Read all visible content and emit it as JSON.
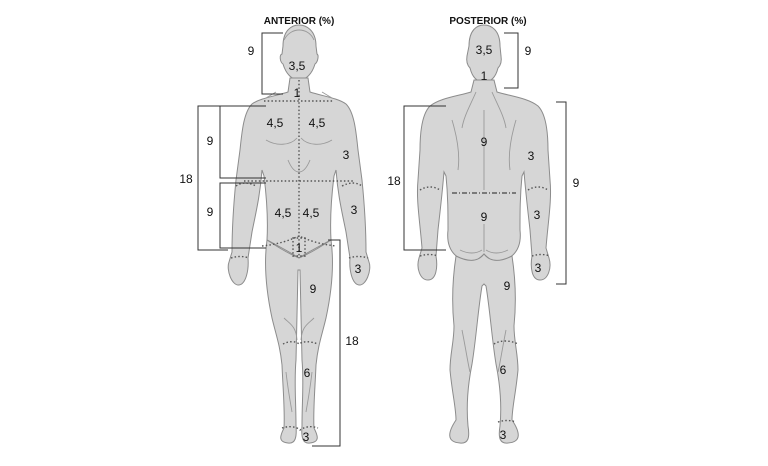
{
  "titles": {
    "anterior": "ANTERIOR (%)",
    "posterior": "POSTERIOR (%)"
  },
  "anterior": {
    "head": "3,5",
    "neck": "1",
    "chest_left": "4,5",
    "chest_right": "4,5",
    "abdomen_left": "4,5",
    "abdomen_right": "4,5",
    "genitalia": "1",
    "upper_arm": "3",
    "forearm": "3",
    "hand": "3",
    "thigh": "9",
    "leg": "6",
    "foot": "3",
    "bracket_head": "9",
    "bracket_upper_trunk": "9",
    "bracket_lower_trunk": "9",
    "bracket_trunk": "18",
    "bracket_lower_limb": "18"
  },
  "posterior": {
    "head": "3,5",
    "neck": "1",
    "upper_back": "9",
    "lower_back": "9",
    "upper_arm": "3",
    "forearm": "3",
    "hand": "3",
    "thigh": "9",
    "leg": "6",
    "foot": "3",
    "bracket_head": "9",
    "bracket_trunk": "18",
    "bracket_upper_limb": "9"
  }
}
